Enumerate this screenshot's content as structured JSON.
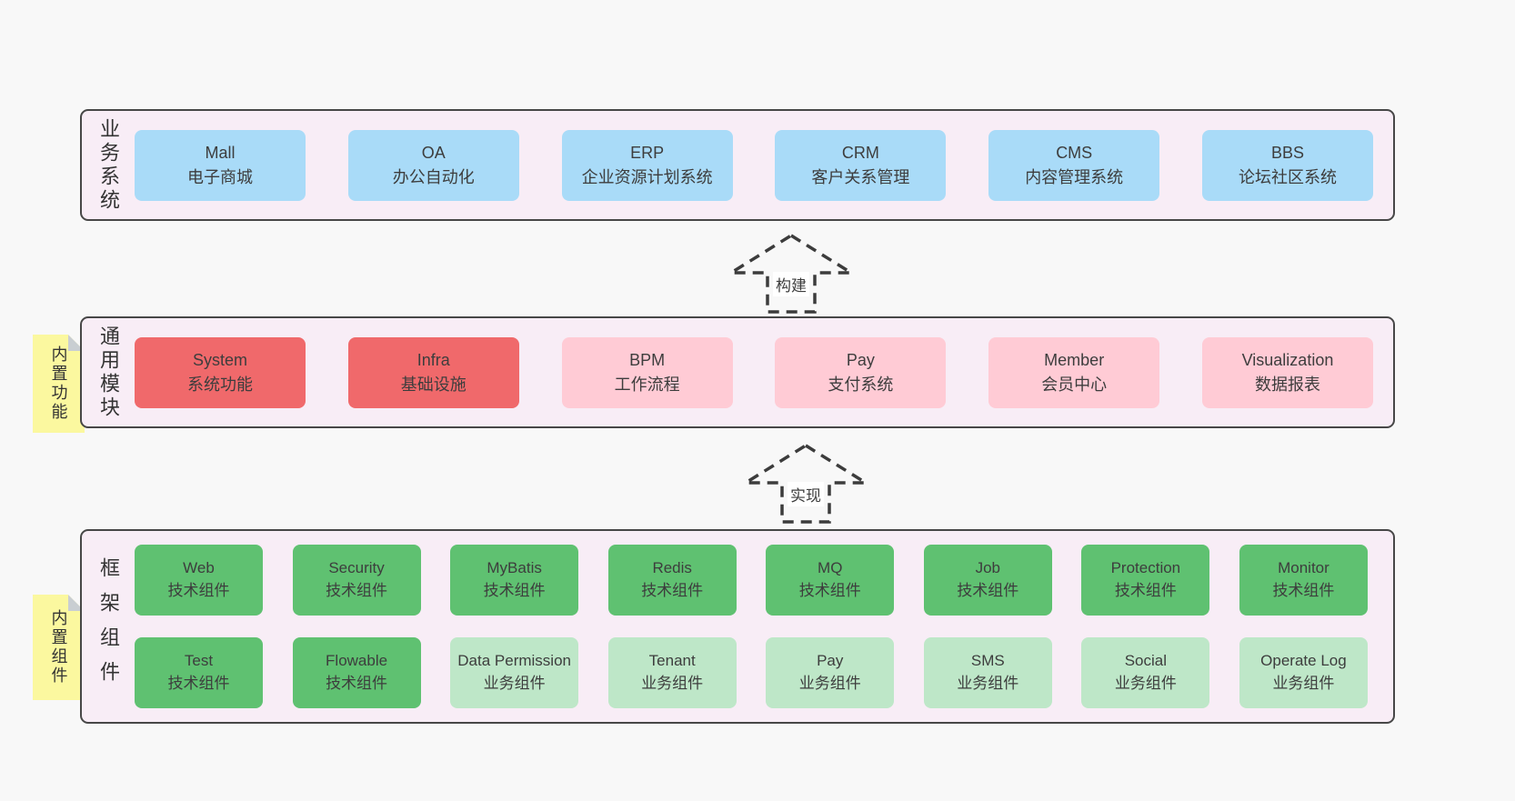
{
  "colors": {
    "page_bg": "#f8f8f8",
    "band_bg": "#f8edf6",
    "band_border": "#474747",
    "blue_box": "#a9dbf8",
    "red_box": "#f0696b",
    "pink_box": "#ffcbd5",
    "green_dark_box": "#5fc171",
    "green_light_box": "#bee7c8",
    "note_yellow": "#fbf89f"
  },
  "bands": {
    "business": {
      "label": "业务系统",
      "items": [
        {
          "title": "Mall",
          "desc": "电子商城"
        },
        {
          "title": "OA",
          "desc": "办公自动化"
        },
        {
          "title": "ERP",
          "desc": "企业资源计划系统"
        },
        {
          "title": "CRM",
          "desc": "客户关系管理"
        },
        {
          "title": "CMS",
          "desc": "内容管理系统"
        },
        {
          "title": "BBS",
          "desc": "论坛社区系统"
        }
      ]
    },
    "modules": {
      "label": "通用模块",
      "note": "内置功能",
      "items": [
        {
          "title": "System",
          "desc": "系统功能"
        },
        {
          "title": "Infra",
          "desc": "基础设施"
        },
        {
          "title": "BPM",
          "desc": "工作流程"
        },
        {
          "title": "Pay",
          "desc": "支付系统"
        },
        {
          "title": "Member",
          "desc": "会员中心"
        },
        {
          "title": "Visualization",
          "desc": "数据报表"
        }
      ]
    },
    "framework": {
      "label": "框架组件",
      "note": "内置组件",
      "row1": [
        {
          "title": "Web",
          "desc": "技术组件"
        },
        {
          "title": "Security",
          "desc": "技术组件"
        },
        {
          "title": "MyBatis",
          "desc": "技术组件"
        },
        {
          "title": "Redis",
          "desc": "技术组件"
        },
        {
          "title": "MQ",
          "desc": "技术组件"
        },
        {
          "title": "Job",
          "desc": "技术组件"
        },
        {
          "title": "Protection",
          "desc": "技术组件"
        },
        {
          "title": "Monitor",
          "desc": "技术组件"
        }
      ],
      "row2": [
        {
          "title": "Test",
          "desc": "技术组件"
        },
        {
          "title": "Flowable",
          "desc": "技术组件"
        },
        {
          "title": "Data Permission",
          "desc": "业务组件"
        },
        {
          "title": "Tenant",
          "desc": "业务组件"
        },
        {
          "title": "Pay",
          "desc": "业务组件"
        },
        {
          "title": "SMS",
          "desc": "业务组件"
        },
        {
          "title": "Social",
          "desc": "业务组件"
        },
        {
          "title": "Operate Log",
          "desc": "业务组件"
        }
      ]
    }
  },
  "arrows": {
    "build": "构建",
    "implement": "实现"
  }
}
